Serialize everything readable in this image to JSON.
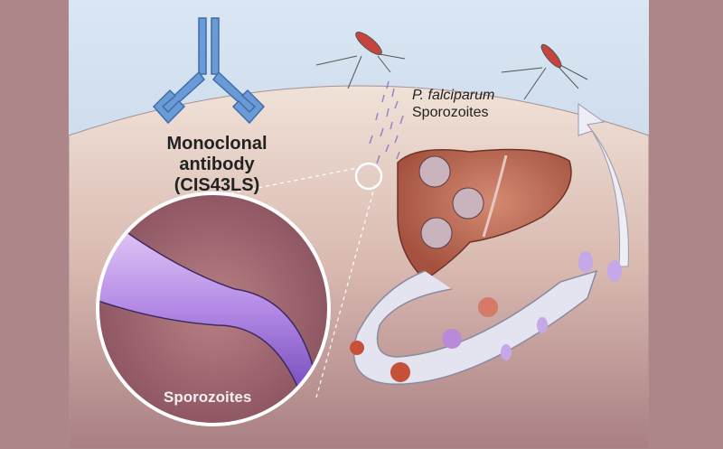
{
  "figure": {
    "title": "Monoclonal antibody CIS43LS blocking malaria sporozoites",
    "labels": {
      "antibody_line1": "Monoclonal",
      "antibody_line2": "antibody (CIS43LS)",
      "parasite_species": "P. falciparum",
      "parasite_stage": "Sporozoites",
      "inset_label": "Sporozoites"
    },
    "elements": [
      "antibody",
      "mosquito-biting",
      "mosquito-feeding",
      "liver",
      "blood-cycle-arrow",
      "return-arrow",
      "zoom-inset-sporozoite"
    ],
    "colors": {
      "frame": "#ad868a",
      "sky": "#c9daec",
      "skin": "#efe0d6",
      "antibody": "#6b9bd6",
      "liver": "#b5624f",
      "sporozoite": "#a27ad9",
      "arrow": "#e3e4f0"
    }
  }
}
